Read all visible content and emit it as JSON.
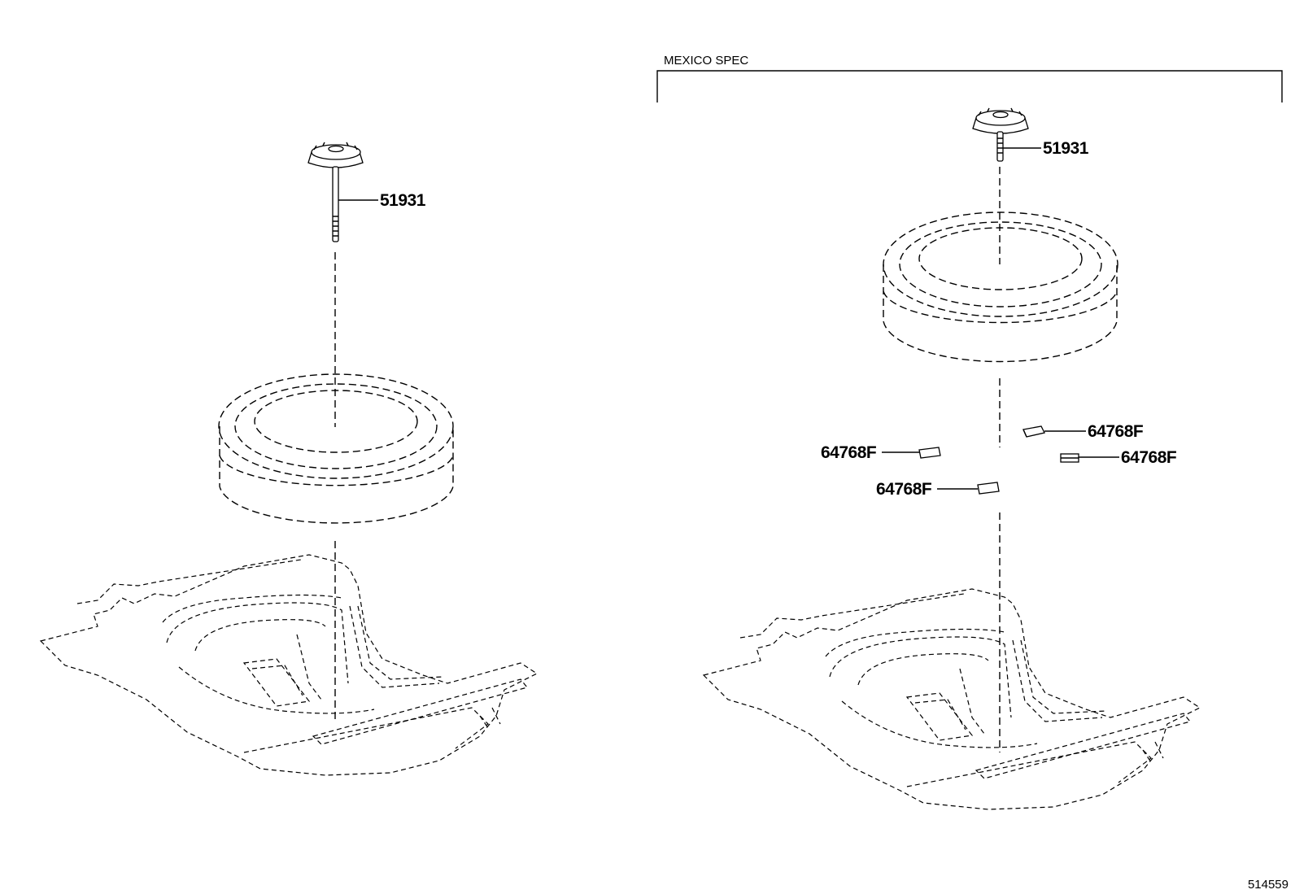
{
  "diagram": {
    "left_assembly": {
      "callouts": [
        {
          "part_number": "51931",
          "icon": "spare-wheel-hold-down-bolt-icon"
        }
      ],
      "icons": [
        "spare-tire-icon",
        "rear-floor-pan-icon"
      ]
    },
    "right_assembly": {
      "variant_label": "MEXICO SPEC",
      "callouts": [
        {
          "part_number": "51931",
          "icon": "spare-wheel-hold-down-bolt-icon"
        },
        {
          "part_number": "64768F",
          "icon": "pad-icon"
        },
        {
          "part_number": "64768F",
          "icon": "pad-icon"
        },
        {
          "part_number": "64768F",
          "icon": "pad-icon"
        },
        {
          "part_number": "64768F",
          "icon": "pad-icon"
        }
      ],
      "icons": [
        "spare-tire-icon",
        "rear-floor-pan-icon"
      ]
    },
    "figure_number": "514559"
  }
}
